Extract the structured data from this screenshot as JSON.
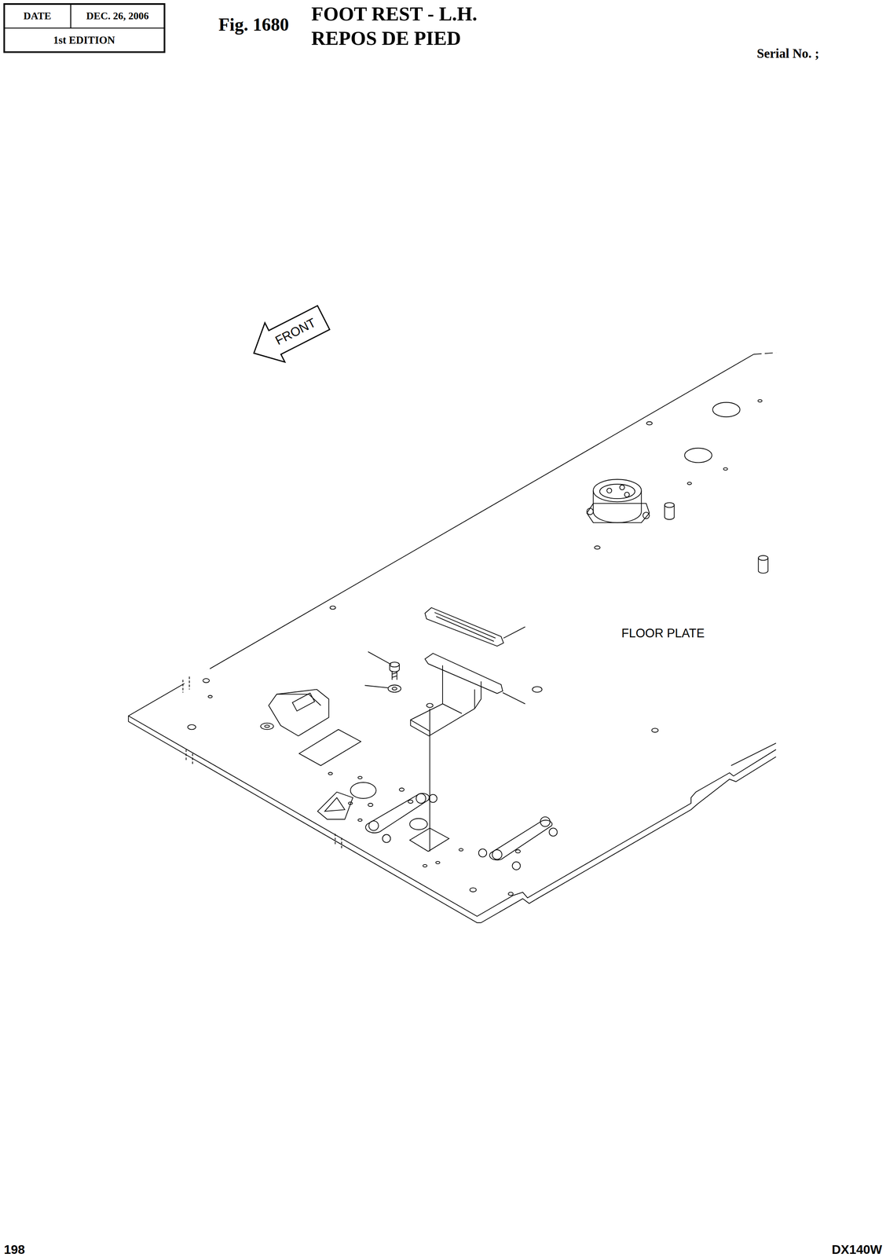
{
  "diagram": {
    "title": "FOOT REST - L.H.",
    "nodes": [
      {
        "text": [
          "FRONT"
        ]
      }
    ],
    "edges": [],
    "labels": [
      "DATE",
      "DEC. 26, 2006",
      "1st EDITION",
      "Fig. 1680",
      "REPOS DE PIED",
      "Serial No. ;",
      "FLOOR PLATE",
      "198",
      "DX140W"
    ]
  }
}
